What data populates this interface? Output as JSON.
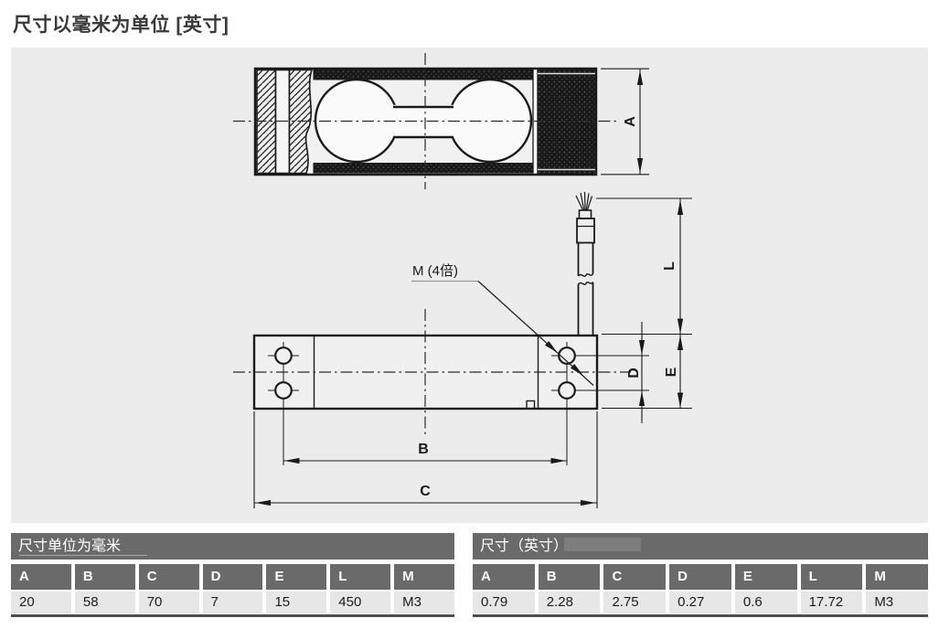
{
  "page": {
    "title": "尺寸以毫米为单位 [英寸]"
  },
  "drawing": {
    "thread_note": "M (4倍)",
    "dim_labels": {
      "A": "A",
      "B": "B",
      "C": "C",
      "D": "D",
      "E": "E",
      "L": "L"
    }
  },
  "tables": {
    "mm": {
      "title": "尺寸单位为毫米",
      "headers": [
        "A",
        "B",
        "C",
        "D",
        "E",
        "L",
        "M"
      ],
      "values": [
        "20",
        "58",
        "70",
        "7",
        "15",
        "450",
        "M3"
      ]
    },
    "inch": {
      "title": "尺寸（英寸）",
      "headers": [
        "A",
        "B",
        "C",
        "D",
        "E",
        "L",
        "M"
      ],
      "values": [
        "0.79",
        "2.28",
        "2.75",
        "0.27",
        "0.6",
        "17.72",
        "M3"
      ]
    }
  },
  "colors": {
    "panel_bg": "#ececec",
    "table_header_bg": "#6a6a6a",
    "table_row_bg": "#e7e7e7",
    "line": "#1a1a1a"
  }
}
